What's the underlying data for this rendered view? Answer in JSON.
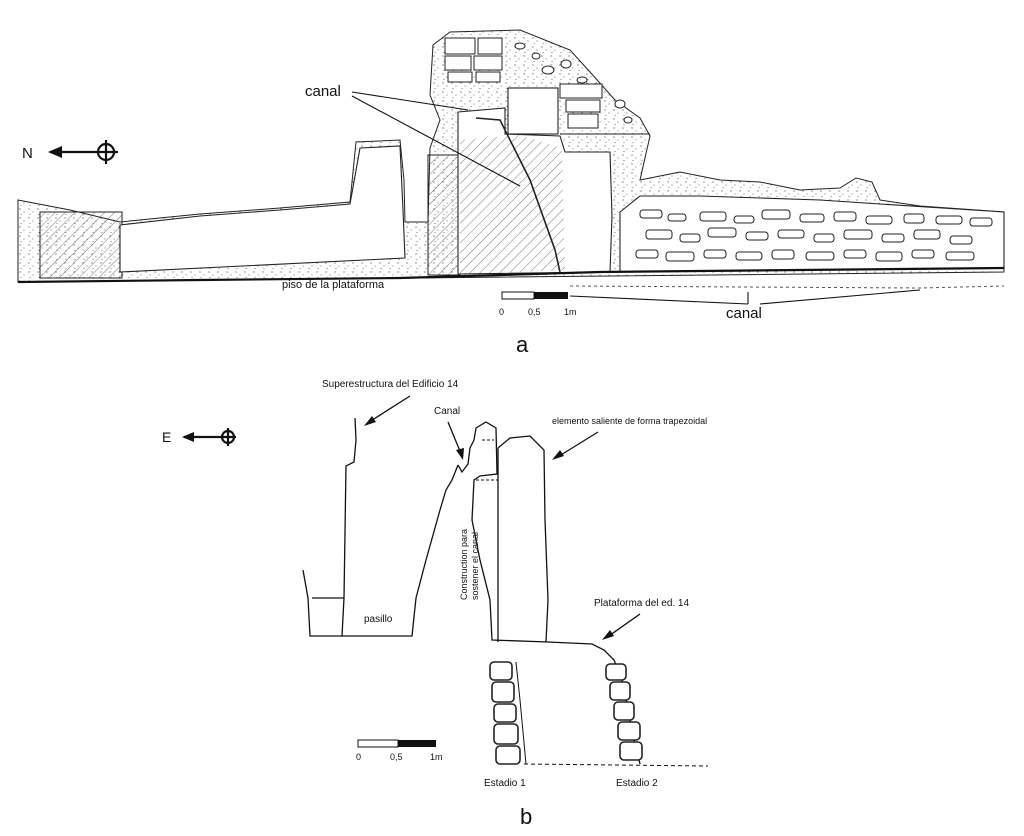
{
  "panel_a": {
    "orientation": "N",
    "canal_top": "canal",
    "floor_label": "piso de la plataforma",
    "canal_bottom": "canal",
    "scale": [
      "0",
      "0,5",
      "1m"
    ],
    "panel_letter": "a"
  },
  "panel_b": {
    "orientation": "E",
    "superstructure": "Superestructura del Edificio 14",
    "canal": "Canal",
    "trapezoid": "elemento saliente de forma trapezoidal",
    "construction_line1": "Construction para",
    "construction_line2": "sostener el canal",
    "corridor": "pasillo",
    "platform": "Plataforma del ed. 14",
    "stage1": "Estadio 1",
    "stage2": "Estadio 2",
    "scale": [
      "0",
      "0,5",
      "1m"
    ],
    "panel_letter": "b"
  }
}
